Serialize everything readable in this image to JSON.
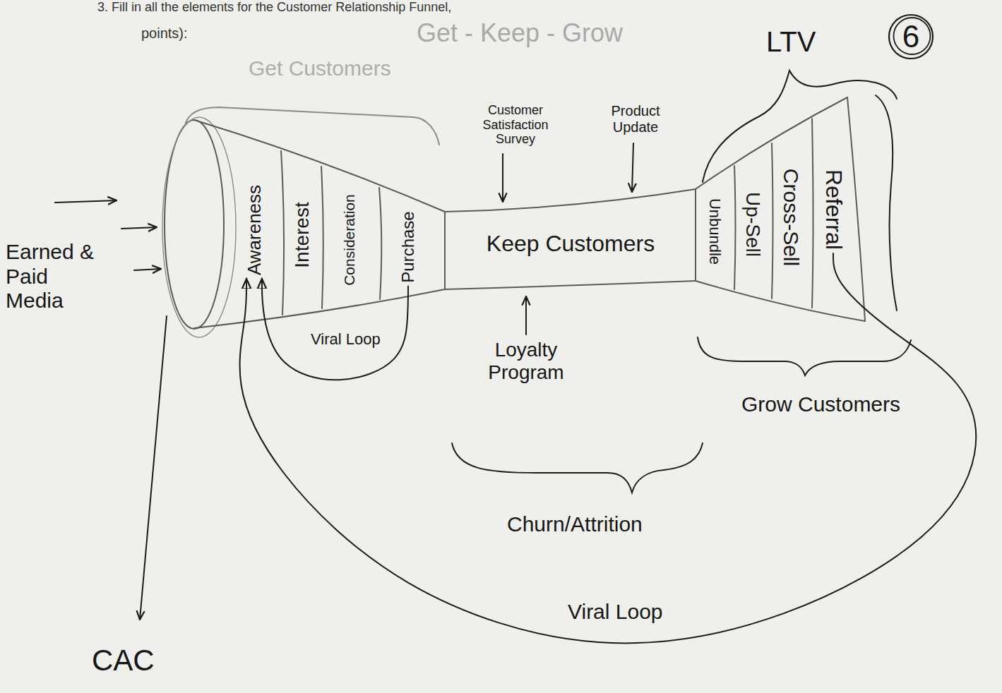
{
  "diagram": {
    "title": "3. Fill in all the elements for the Customer Relationship Funnel,",
    "nodes": [
      {
        "text": [
          "Awareness"
        ]
      },
      {
        "text": [
          "Interest"
        ]
      },
      {
        "text": [
          "Consideration"
        ]
      },
      {
        "text": [
          "Purchase"
        ]
      },
      {
        "text": [
          "Keep Customers"
        ]
      },
      {
        "text": [
          "Unbundle"
        ]
      },
      {
        "text": [
          "Up-Sell"
        ]
      },
      {
        "text": [
          "Cross-Sell"
        ]
      },
      {
        "text": [
          "Referral"
        ]
      },
      {
        "text": [
          "6"
        ]
      }
    ],
    "edges": [
      {
        "from": 3,
        "to": 0,
        "arrow": "to"
      },
      {
        "from": 8,
        "to": 0,
        "arrow": "to"
      }
    ],
    "labels": [
      "points):",
      "Get - Keep - Grow",
      "LTV",
      "Get Customers",
      "Customer Satisfaction Survey",
      "Product Update",
      "Earned & Paid Media",
      "Viral Loop",
      "Loyalty Program",
      "Churn/Attrition",
      "Grow Customers",
      "Viral Loop",
      "CAC"
    ]
  }
}
